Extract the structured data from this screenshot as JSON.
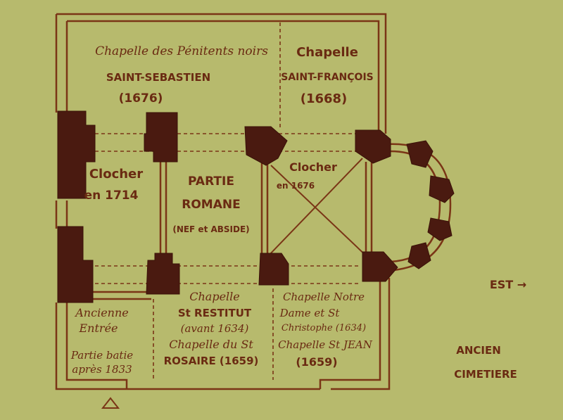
{
  "plan": {
    "chapel_penitents": {
      "line1": "Chapelle des Pénitents noirs",
      "line2": "SAINT-SEBASTIEN",
      "year": "(1676)"
    },
    "chapel_francois": {
      "line1": "Chapelle",
      "line2": "SAINT-FRANÇOIS",
      "year": "(1668)"
    },
    "clocher_1714": {
      "line1": "Clocher",
      "line2": "en 1714"
    },
    "partie_romane": {
      "line1": "PARTIE",
      "line2": "ROMANE",
      "line3": "(NEF et ABSIDE)"
    },
    "clocher_1676": {
      "line1": "Clocher",
      "line2": "en 1676"
    },
    "ancienne_entree": {
      "line1": "Ancienne",
      "line2": "Entrée",
      "line3": "Partie batie",
      "line4": "après 1833"
    },
    "chapel_restitut": {
      "line1": "Chapelle",
      "line2": "St RESTITUT",
      "line3": "(avant 1634)",
      "line4": "Chapelle du St",
      "line5": "ROSAIRE (1659)"
    },
    "chapel_notre_dame": {
      "line1": "Chapelle Notre",
      "line2": "Dame et St",
      "line3": "Christophe (1634)",
      "line4": "Chapelle St JEAN",
      "line5": "(1659)"
    },
    "est": "EST →",
    "cimetiere": {
      "line1": "ANCIEN",
      "line2": "CIMETIERE"
    }
  }
}
